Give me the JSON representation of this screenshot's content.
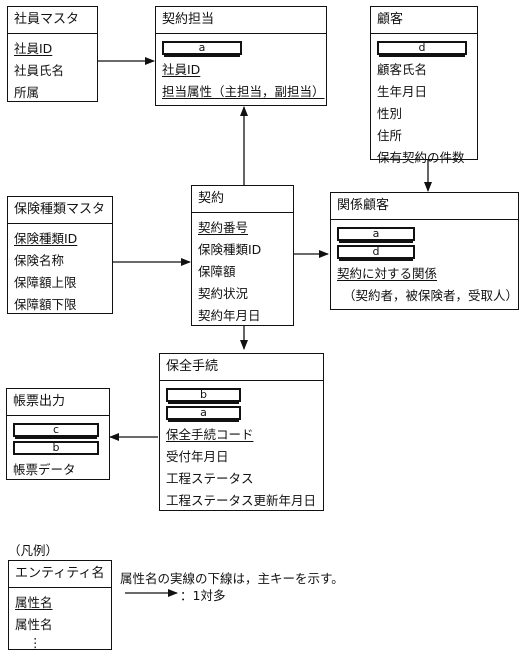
{
  "entities": {
    "shain": {
      "title": "社員マスタ",
      "attrs": [
        "社員ID",
        "社員氏名",
        "所属"
      ]
    },
    "keiyaku_tanto": {
      "title": "契約担当",
      "slot": "a",
      "attrs": [
        "社員ID",
        "担当属性（主担当，副担当）"
      ]
    },
    "kokyaku": {
      "title": "顧客",
      "slot": "d",
      "attrs": [
        "顧客氏名",
        "生年月日",
        "性別",
        "住所",
        "保有契約の件数"
      ]
    },
    "hoken": {
      "title": "保険種類マスタ",
      "attrs": [
        "保険種類ID",
        "保険名称",
        "保障額上限",
        "保障額下限"
      ]
    },
    "keiyaku": {
      "title": "契約",
      "attrs": [
        "契約番号",
        "保険種類ID",
        "保障額",
        "契約状況",
        "契約年月日"
      ]
    },
    "kankei": {
      "title": "関係顧客",
      "slot1": "a",
      "slot2": "d",
      "attrs": [
        "契約に対する関係",
        "（契約者，被保険者，受取人）"
      ]
    },
    "hozen": {
      "title": "保全手続",
      "slot1": "b",
      "slot2": "a",
      "attrs": [
        "保全手続コード",
        "受付年月日",
        "工程ステータス",
        "工程ステータス更新年月日"
      ]
    },
    "chohyo": {
      "title": "帳票出力",
      "slot1": "c",
      "slot2": "b",
      "attrs": [
        "帳票データ"
      ]
    }
  },
  "legend": {
    "caption": "（凡例）",
    "entity_name": "エンティティ名",
    "attr1": "属性名",
    "attr2": "属性名",
    "dots": "⋮",
    "note": "属性名の実線の下線は，主キーを示す。",
    "arrow_note": "：1対多"
  }
}
